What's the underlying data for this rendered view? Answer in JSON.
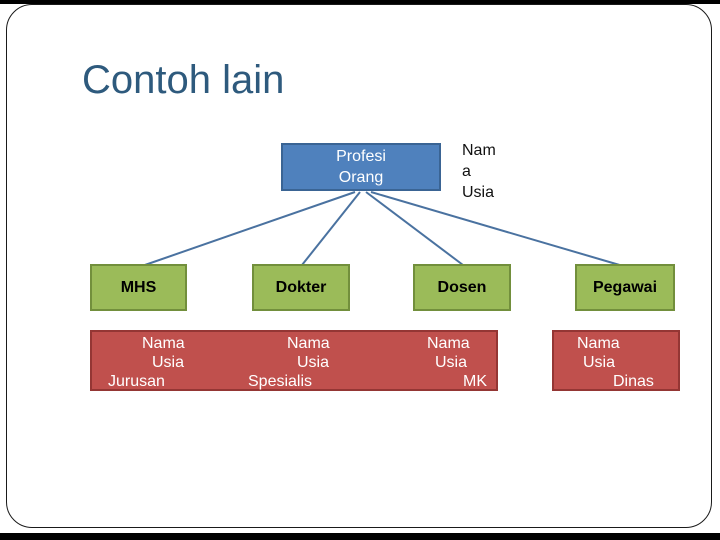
{
  "slide": {
    "title": "Contoh lain"
  },
  "diagram": {
    "root": {
      "name": "Profesi Orang",
      "lines": [
        "Profesi",
        "Orang"
      ],
      "annotation_lines": [
        "Nam",
        "a",
        "Usia"
      ]
    },
    "subtypes": [
      {
        "label": "MHS",
        "attributes": [
          "Nama",
          "Usia",
          "Jurusan"
        ]
      },
      {
        "label": "Dokter",
        "attributes": [
          "Nama",
          "Usia",
          "Spesialis"
        ]
      },
      {
        "label": "Dosen",
        "attributes": [
          "Nama",
          "Usia",
          "MK"
        ]
      },
      {
        "label": "Pegawai",
        "attributes": [
          "Nama",
          "Usia",
          "Dinas"
        ]
      }
    ],
    "colors": {
      "title_text": "#2e5a7d",
      "root_fill": "#4f81bd",
      "root_border": "#3a6494",
      "root_text": "#ffffff",
      "subtype_fill": "#9bbb59",
      "subtype_border": "#728f3c",
      "subtype_text": "#000000",
      "attribute_fill": "#c0504d",
      "attribute_border": "#943634",
      "attribute_text": "#ffffff",
      "connector": "#4a72a0",
      "edge_bar": "#000000"
    }
  }
}
